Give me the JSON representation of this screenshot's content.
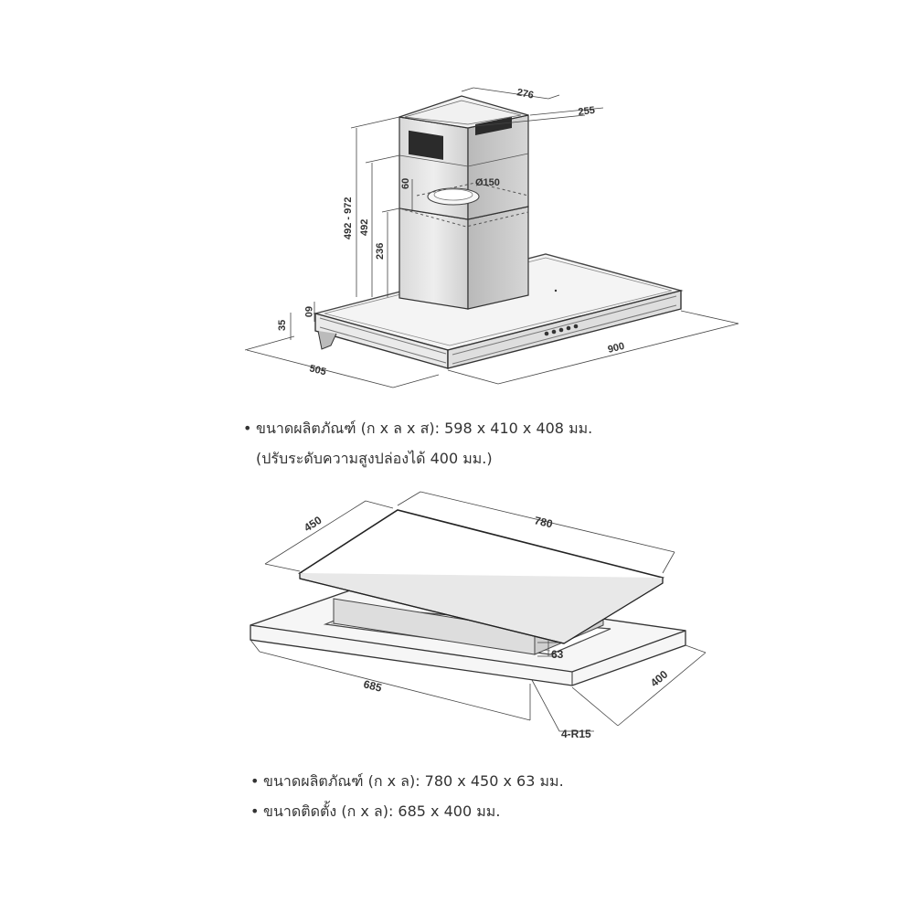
{
  "hood": {
    "dims": {
      "w276": "276",
      "w255": "255",
      "d150": "Ø150",
      "h60": "60",
      "h492_972": "492 - 972",
      "h492": "492",
      "h236": "236",
      "h60b": "60",
      "h35": "35",
      "d505": "505",
      "w900": "900"
    },
    "spec_line1": "ขนาดผลิตภัณฑ์ (ก x ล x ส): 598 x 410 x 408 มม.",
    "spec_line2": "(ปรับระดับความสูงปล่องได้ 400 มม.)"
  },
  "hob": {
    "dims": {
      "w780": "780",
      "d450": "450",
      "h63": "63",
      "w685": "685",
      "d400": "400",
      "r15": "4-R15"
    },
    "spec_line1": "ขนาดผลิตภัณฑ์ (ก x ล): 780 x 450 x 63 มม.",
    "spec_line2": "ขนาดติดตั้ง (ก x ล): 685 x 400 มม."
  }
}
